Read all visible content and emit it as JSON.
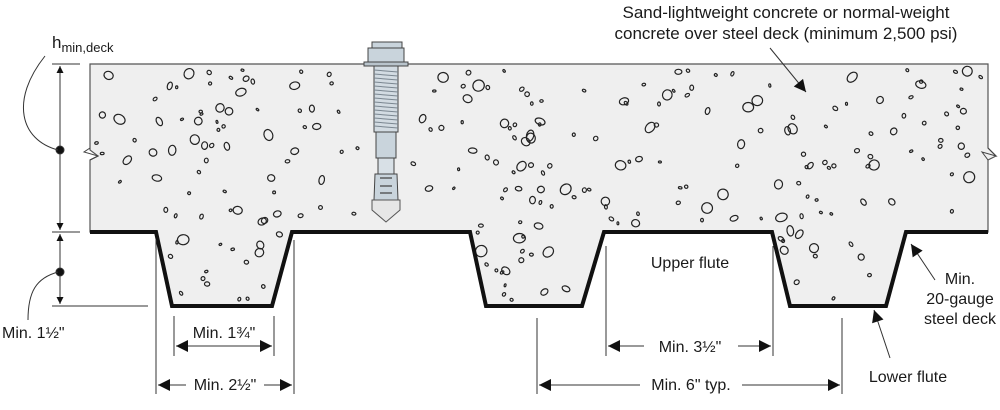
{
  "diagram": {
    "title": "Anchor installation in concrete over steel deck",
    "labels": {
      "h_min_deck": {
        "main": "h",
        "sub": "min,deck"
      },
      "concrete_note_line1": "Sand-lightweight concrete or normal-weight",
      "concrete_note_line2": "concrete over steel deck (minimum 2,500 psi)",
      "upper_flute": "Upper flute",
      "lower_flute": "Lower flute",
      "deck_line1": "Min.",
      "deck_line2": "20-gauge",
      "deck_line3": "steel deck",
      "min_flute_depth": "Min. 1½\"",
      "min_lower_width": "Min. 1¾\"",
      "min_lower_top_width": "Min. 2½\"",
      "min_upper_width": "Min. 3½\"",
      "min_flute_spacing": "Min. 6\" typ."
    },
    "colors": {
      "concrete": "#efefef",
      "deck_line": "#111111",
      "dimension_line": "#333333",
      "anchor": "#c9d4dc"
    }
  }
}
